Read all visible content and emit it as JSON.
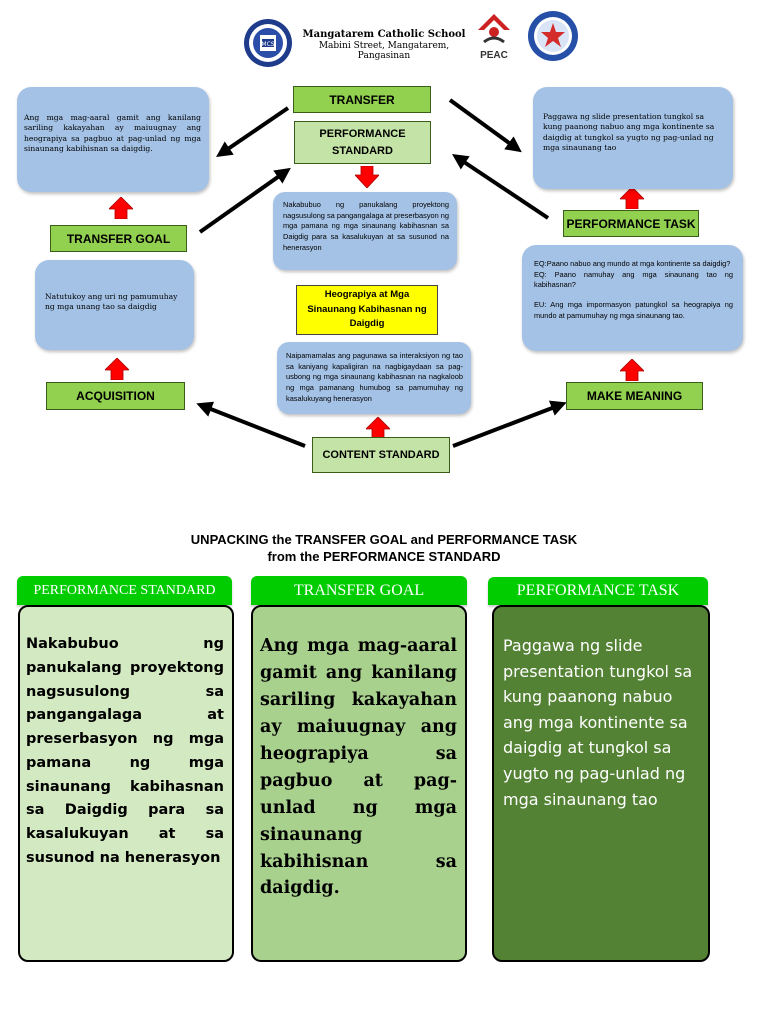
{
  "header": {
    "school_name": "Mangatarem Catholic School",
    "school_address": "Mabini Street, Mangatarem, Pangasinan",
    "peac_label": "PEAC"
  },
  "diagram": {
    "transfer": "TRANSFER",
    "performance_standard_label": "PERFORMANCE STANDARD",
    "transfer_goal_label": "TRANSFER GOAL",
    "performance_task_label": "PERFORMANCE TASK",
    "acquisition_label": "ACQUISITION",
    "make_meaning_label": "MAKE MEANING",
    "content_standard_label": "CONTENT STANDARD",
    "topic": "Heograpiya at Mga Sinaunang Kabihasnan ng Daigdig",
    "transfer_goal_text": "Ang mga mag-aaral gamit ang kanilang sariling kakayahan ay maiuugnay ang heograpiya sa pagbuo at pag-unlad ng mga sinaunang kabihisnan sa daigdig.",
    "performance_task_text": "Paggawa ng slide presentation tungkol sa kung paanong nabuo ang mga kontinente sa daigdig at tungkol sa yugto ng pag-unlad ng mga sinaunang tao",
    "performance_standard_text": "Nakabubuo ng panukalang proyektong nagsusulong sa pangangalaga at preserbasyon ng mga pamana ng mga sinaunang kabihasnan sa Daigdig para sa kasalukuyan at sa susunod na henerasyon",
    "acquisition_text": "Natutukoy ang uri ng pamumuhay ng mga unang tao sa daigdig",
    "content_standard_text": "Naipamamalas ang pagunawa sa interaksiyon ng tao sa kaniyang kapaligiran na nagbigaydaan sa pag-usbong ng mga sinaunang kabihasnan na nagkaloob ng mga pamanang humubog sa pamumuhay ng kasalukuyang henerasyon",
    "eq1": "EQ:Paano nabuo ang mundo at mga kontinente sa daigdig?",
    "eq2": "EQ: Paano namuhay ang mga sinaunang tao ng kabihasnan?",
    "eu": "EU: Ang mga impormasyon patungkol sa heograpiya ng mundo at pamumuhay ng mga sinaunang tao."
  },
  "unpacking": {
    "title_line1": "UNPACKING the TRANSFER GOAL and PERFORMANCE TASK",
    "title_line2": "from the PERFORMANCE STANDARD",
    "columns": [
      {
        "heading": "PERFORMANCE STANDARD",
        "body": "Nakabubuo ng panukalang proyektong nagsusulong sa pangangalaga at preserbasyon ng mga pamana ng mga sinaunang kabihasnan sa Daigdig para sa kasalukuyan at sa susunod na henerasyon"
      },
      {
        "heading": "TRANSFER GOAL",
        "body": "Ang mga mag-aaral gamit ang kanilang sariling kakayahan ay maiuugnay ang heograpiya sa pagbuo at pag-unlad ng mga sinaunang kabihisnan sa daigdig."
      },
      {
        "heading": "PERFORMANCE TASK",
        "body": "Paggawa ng slide presentation tungkol sa kung paanong nabuo ang mga kontinente sa daigdig at tungkol sa yugto ng pag-unlad ng mga sinaunang tao"
      }
    ]
  },
  "colors": {
    "green_box": "#92d050",
    "pale_green_box": "#c4e3a6",
    "blue_box": "#a4c2e6",
    "yellow_box": "#ffff00",
    "heading_green": "#00cc00",
    "col1_bg": "#d3e9c2",
    "col2_bg": "#a9d18e",
    "col3_bg": "#548235",
    "red_arrow": "#ff0000"
  }
}
